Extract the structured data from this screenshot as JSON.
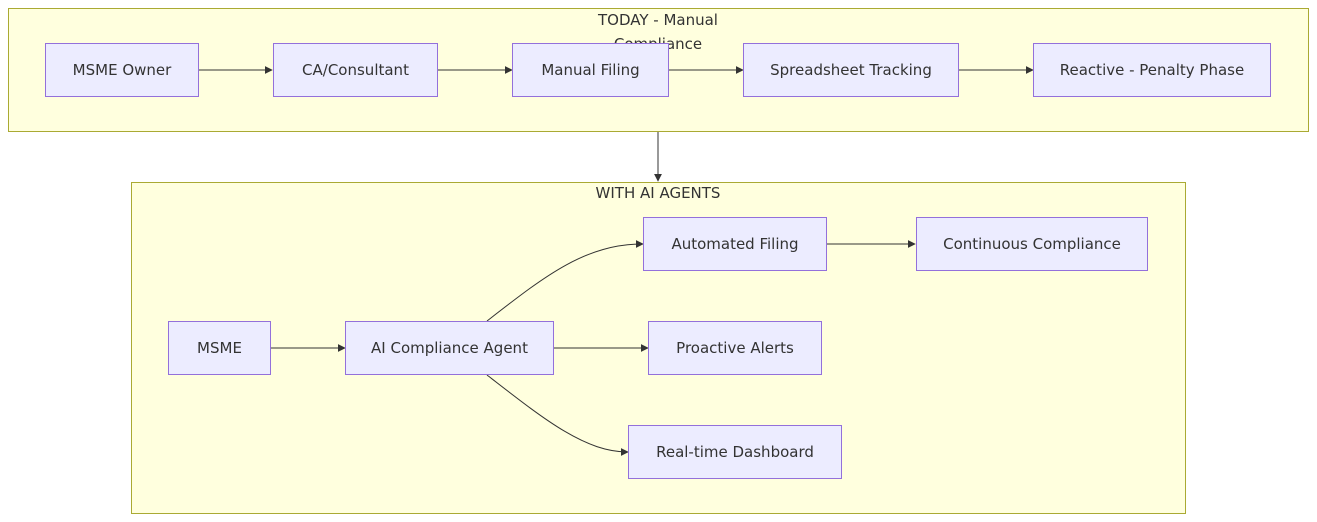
{
  "clusters": {
    "today": {
      "title": "TODAY - Manual\nCompliance"
    },
    "ai": {
      "title": "WITH AI AGENTS"
    }
  },
  "nodes": {
    "msme_owner": "MSME Owner",
    "ca_consultant": "CA/Consultant",
    "manual_filing": "Manual Filing",
    "spreadsheet_tracking": "Spreadsheet Tracking",
    "reactive_penalty": "Reactive - Penalty Phase",
    "msme": "MSME",
    "ai_agent": "AI Compliance Agent",
    "automated_filing": "Automated Filing",
    "continuous_compliance": "Continuous Compliance",
    "proactive_alerts": "Proactive Alerts",
    "realtime_dashboard": "Real-time Dashboard"
  },
  "colors": {
    "cluster_fill": "#ffffde",
    "cluster_border": "#aaaa33",
    "node_fill": "#ececff",
    "node_border": "#9370db",
    "edge": "#333333"
  }
}
